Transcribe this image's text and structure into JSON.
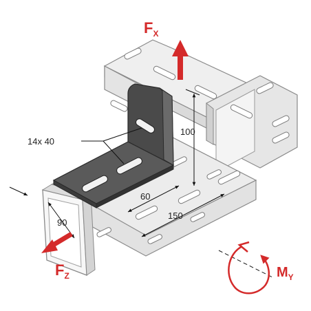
{
  "forces": {
    "fx": {
      "base": "F",
      "sub": "X"
    },
    "fz": {
      "base": "F",
      "sub": "Z"
    },
    "my": {
      "base": "M",
      "sub": "Y"
    }
  },
  "dimensions": {
    "slot": "14x 40",
    "height": "100",
    "plate_length": "60",
    "channel_width": "90",
    "overall_length": "150"
  },
  "colors": {
    "force_arrow": "#d42a2a",
    "channel_fill": "#e9e9e9",
    "channel_edge": "#8a8a8a",
    "bracket_fill": "#505050",
    "dimension_line": "#111111"
  }
}
